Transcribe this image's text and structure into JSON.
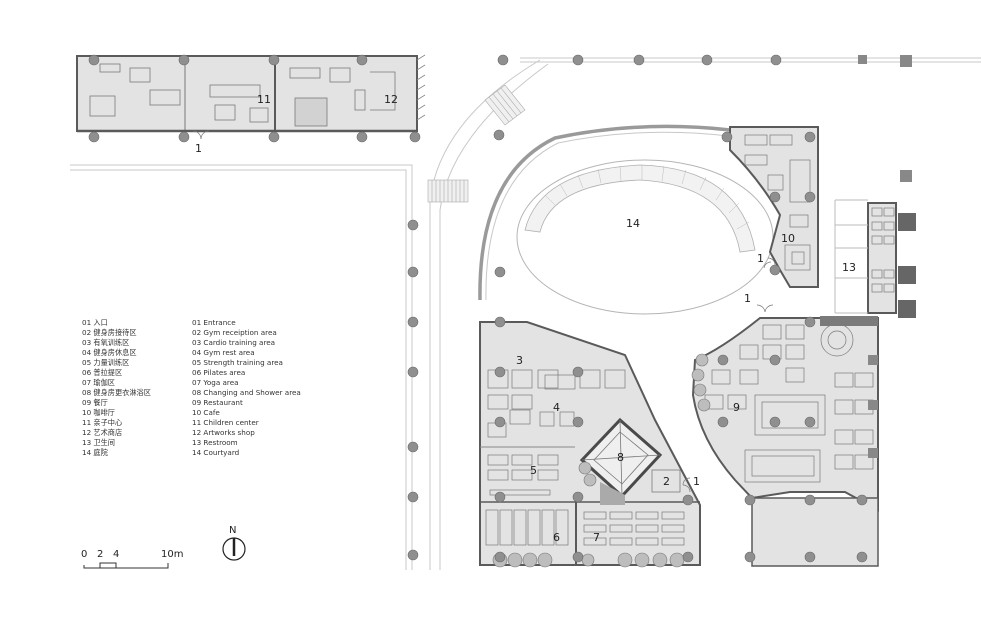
{
  "room_labels": {
    "entrance_west": "1",
    "entrance_south": "1",
    "entrance_east": "1",
    "entrance_cafe": "1",
    "cardio": "3",
    "gym_rest": "4",
    "strength": "5",
    "pilates": "6",
    "yoga": "7",
    "changing": "8",
    "reception": "2",
    "restaurant": "9",
    "cafe": "10",
    "children": "11",
    "artworks": "12",
    "restroom": "13",
    "courtyard": "14"
  },
  "legend_cn": [
    "01 入口",
    "02 健身房接待区",
    "03 有氧训练区",
    "04 健身房休息区",
    "05 力量训练区",
    "06 普拉提区",
    "07 瑜伽区",
    "08 健身房更衣淋浴区",
    "09 餐厅",
    "10 咖啡厅",
    "11 亲子中心",
    "12 艺术商店",
    "13 卫生间",
    "14 庭院"
  ],
  "legend_en": [
    "01 Entrance",
    "02 Gym receiption area",
    "03 Cardio training area",
    "04 Gym rest area",
    "05 Strength training area",
    "06 Pilates area",
    "07 Yoga area",
    "08 Changing and Shower area",
    "09 Restaurant",
    "10 Cafe",
    "11 Children center",
    "12 Artworks shop",
    "13 Restroom",
    "14 Courtyard"
  ],
  "scale_bar": {
    "t0": "0",
    "t2": "2",
    "t4": "4",
    "t10": "10m"
  },
  "north": {
    "label": "N"
  },
  "colors": {
    "floor": "#e3e3e3",
    "wall": "#5a5a5a",
    "column": "#8f8f8f",
    "line": "#b8b8b8"
  }
}
